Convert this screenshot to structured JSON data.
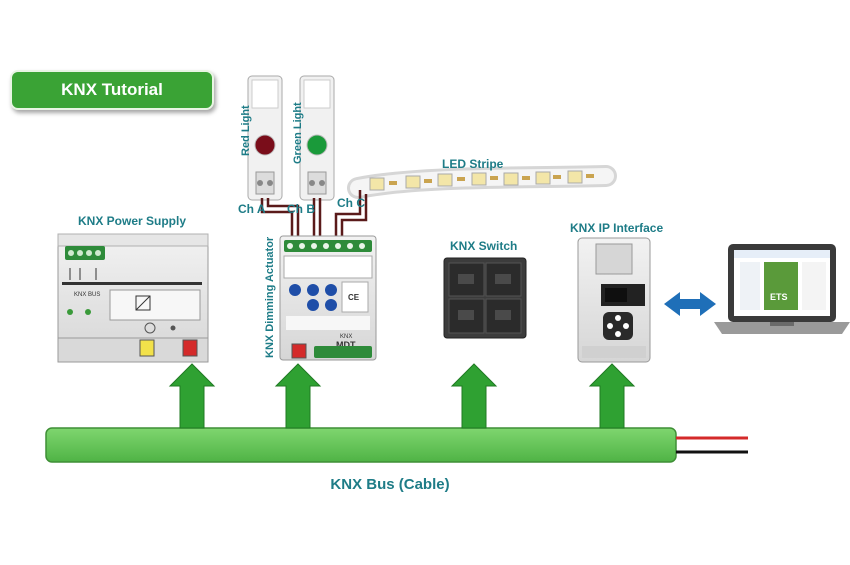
{
  "title": "KNX Tutorial",
  "labels": {
    "power_supply": "KNX Power Supply",
    "dimming_actuator": "KNX Dimming Actuator",
    "switch": "KNX Switch",
    "ip_interface": "KNX IP Interface",
    "led_stripe": "LED Stripe",
    "red_light": "Red Light",
    "green_light": "Green Light",
    "ch_a": "Ch A",
    "ch_b": "Ch B",
    "ch_c": "Ch C",
    "bus": "KNX Bus (Cable)"
  },
  "device_text": {
    "knx_bus": "KNX BUS",
    "knx": "KNX",
    "mdt": "MDT",
    "ets": "ETS"
  },
  "colors": {
    "bus_green": "#62c556",
    "arrow_green": "#2fa132",
    "label_teal": "#1e7c87",
    "badge_green": "#3aa335",
    "double_arrow_blue": "#1f6fb8",
    "wire_dark": "#5a1a1a",
    "cable_red": "#d42a2a"
  }
}
